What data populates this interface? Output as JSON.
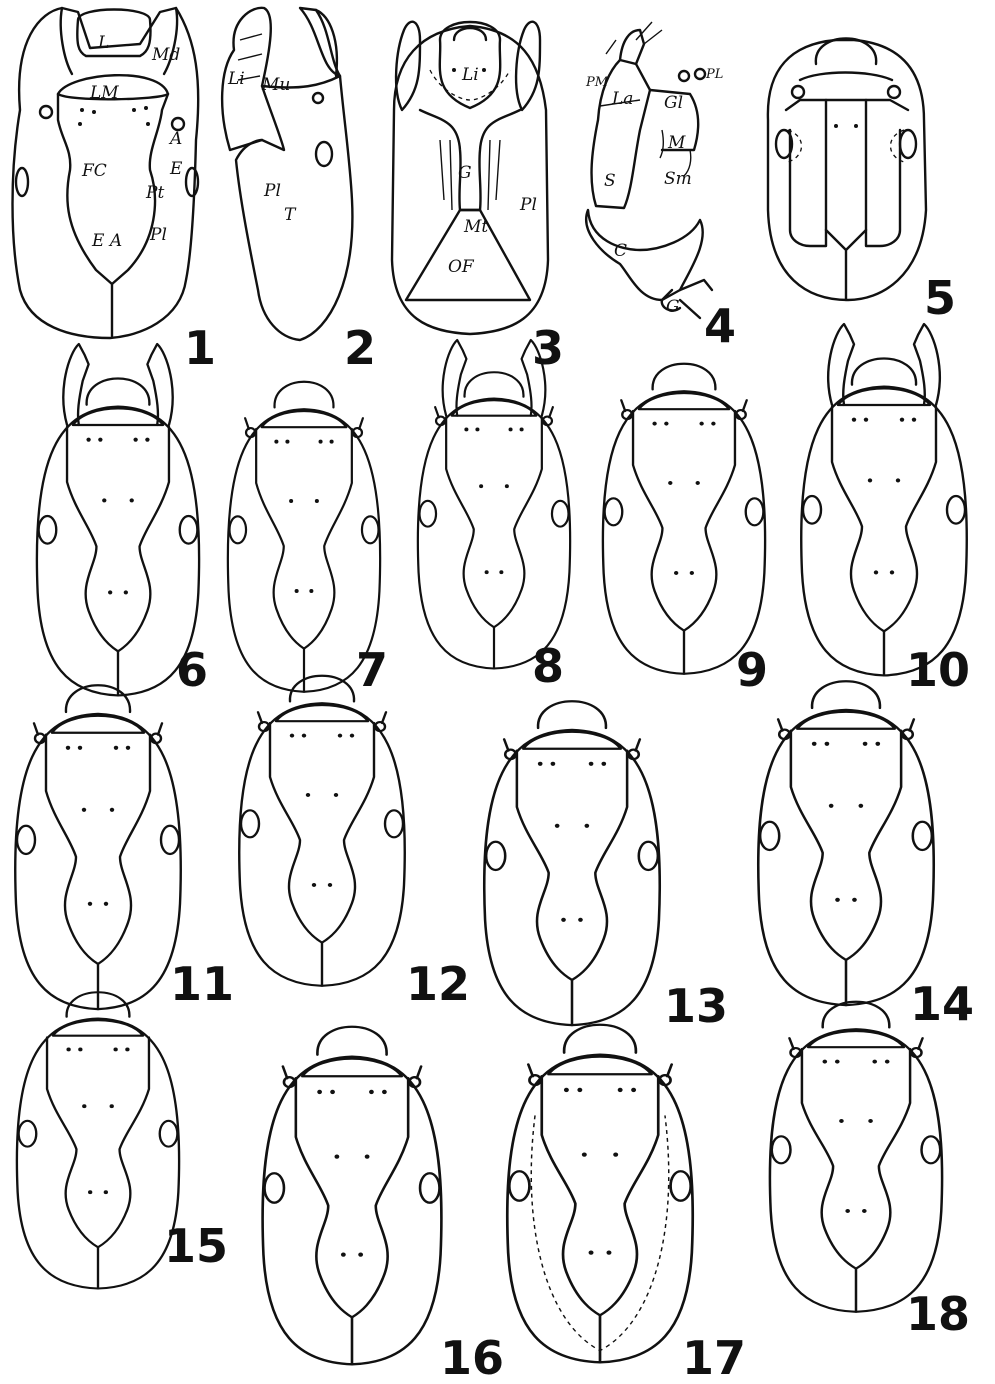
{
  "plate": {
    "figure_numbers": [
      "1",
      "2",
      "3",
      "4",
      "5",
      "6",
      "7",
      "8",
      "9",
      "10",
      "11",
      "12",
      "13",
      "14",
      "15",
      "16",
      "17",
      "18"
    ],
    "fig1_labels": {
      "L": "L",
      "Md": "Md",
      "LM": "LM",
      "A": "A",
      "FC": "FC",
      "E": "E",
      "Pt": "Pt",
      "EA": "E A",
      "Pl": "Pl"
    },
    "fig2_labels": {
      "Li": "Li",
      "Mu": "Mu",
      "Pl": "Pl",
      "T": "T"
    },
    "fig3_labels": {
      "Li": "Li",
      "G": "G",
      "Mt": "Mt",
      "Pl": "Pl",
      "OF": "OF"
    },
    "fig4_labels": {
      "PM": "PM",
      "PL": "PL",
      "La": "La",
      "Gl": "Gl",
      "M": "M",
      "S": "S",
      "Sm": "Sm",
      "C": "C",
      "G": "G"
    }
  }
}
